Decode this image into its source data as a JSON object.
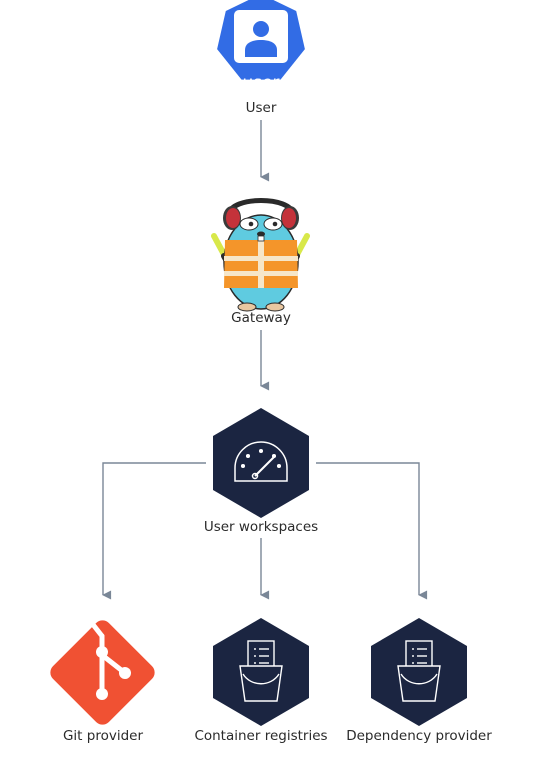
{
  "nodes": {
    "user": {
      "label": "User",
      "badge": "user"
    },
    "gateway": {
      "label": "Gateway"
    },
    "workspaces": {
      "label": "User workspaces"
    },
    "git": {
      "label": "Git provider"
    },
    "registries": {
      "label": "Container registries"
    },
    "dependency": {
      "label": "Dependency provider"
    }
  },
  "colors": {
    "user_hex": "#326ce5",
    "dark_hex": "#1b2541",
    "git": "#f05133",
    "connector": "#7a8797",
    "gopher_body": "#5fcbe0",
    "vest": "#f4952a",
    "headphones": "#c4323a"
  }
}
